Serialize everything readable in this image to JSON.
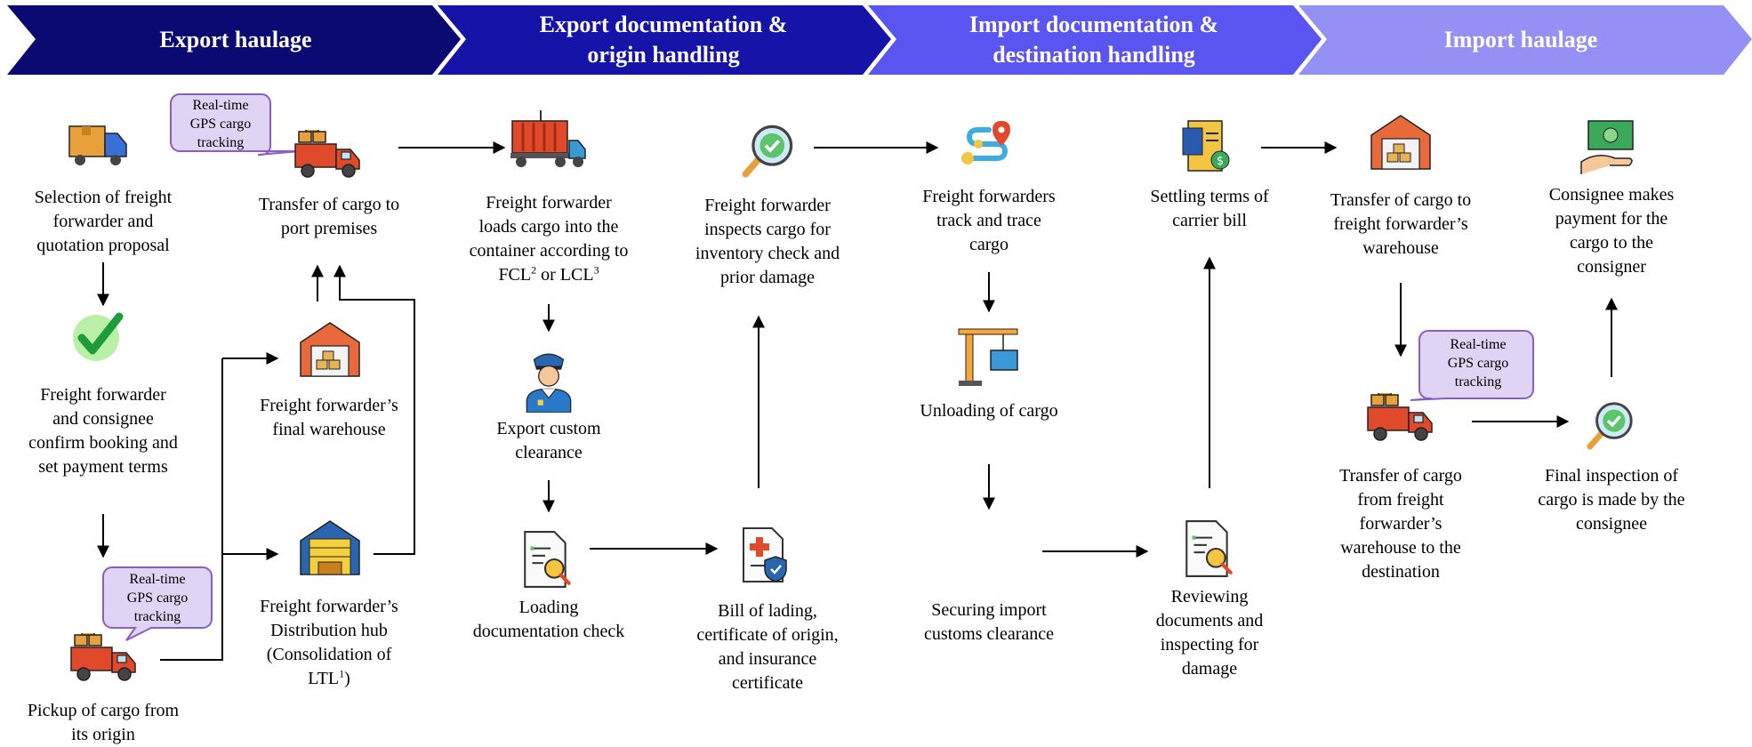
{
  "header": {
    "stage1": "Export haulage",
    "stage2_line1": "Export documentation &",
    "stage2_line2": "origin handling",
    "stage3_line1": "Import documentation &",
    "stage3_line2": "destination handling",
    "stage4": "Import haulage"
  },
  "colors": {
    "stage1": "#0a0a72",
    "stage2": "#1614a8",
    "stage3": "#5a54f0",
    "stage4": "#9490f4",
    "bubble_fill": "#e0d4f4",
    "bubble_border": "#8a5cc8"
  },
  "bubble_text": [
    "Real-time",
    "GPS cargo",
    "tracking"
  ],
  "steps": {
    "selection": [
      "Selection of freight",
      "forwarder and",
      "quotation proposal"
    ],
    "confirm": [
      "Freight forwarder",
      "and consignee",
      "confirm booking and",
      "set payment terms"
    ],
    "pickup": [
      "Pickup of cargo from",
      "its origin"
    ],
    "transfer_port": [
      "Transfer of cargo to",
      "port premises"
    ],
    "final_warehouse": [
      "Freight forwarder’s",
      "final warehouse"
    ],
    "dist_hub": [
      "Freight forwarder’s",
      "Distribution hub",
      "(Consolidation of",
      "LTL",
      "1",
      ")"
    ],
    "loads": [
      "Freight forwarder",
      "loads cargo into the",
      "container according to",
      "FCL",
      "2",
      " or LCL",
      "3"
    ],
    "export_custom": [
      "Export custom",
      "clearance"
    ],
    "loading_doc": [
      "Loading",
      "documentation check"
    ],
    "inspects": [
      "Freight forwarder",
      "inspects cargo for",
      "inventory check and",
      "prior damage"
    ],
    "bill_lading": [
      "Bill of lading,",
      "certificate of origin,",
      "and insurance",
      "certificate"
    ],
    "track": [
      "Freight forwarders",
      "track and trace",
      "cargo"
    ],
    "unloading": [
      "Unloading of cargo"
    ],
    "import_customs": [
      "Securing import",
      "customs clearance"
    ],
    "carrier_bill": [
      "Settling terms of",
      "carrier bill"
    ],
    "reviewing": [
      "Reviewing",
      "documents and",
      "inspecting for",
      "damage"
    ],
    "transfer_fw": [
      "Transfer of cargo to",
      "freight forwarder’s",
      "warehouse"
    ],
    "transfer_dest": [
      "Transfer of cargo",
      "from freight",
      "forwarder’s",
      "warehouse to the",
      "destination"
    ],
    "consignee_pay": [
      "Consignee makes",
      "payment for the",
      "cargo to the",
      "consigner"
    ],
    "final_inspection": [
      "Final inspection of",
      "cargo is made by the",
      "consignee"
    ]
  },
  "icons": [
    "delivery-van-icon",
    "checkmark-icon",
    "cargo-truck-icon",
    "warehouse-icon",
    "distribution-hub-icon",
    "container-truck-icon",
    "customs-officer-icon",
    "document-search-icon",
    "inspection-magnifier-icon",
    "medical-document-icon",
    "route-tracking-icon",
    "crane-icon",
    "invoice-icon",
    "cash-payment-icon"
  ]
}
